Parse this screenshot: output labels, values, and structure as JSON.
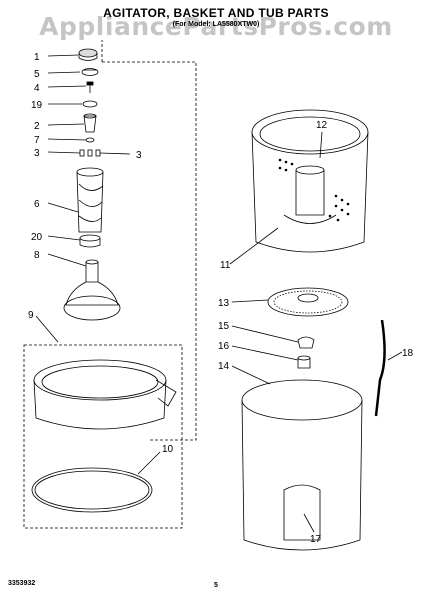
{
  "title": "AGITATOR, BASKET AND TUB PARTS",
  "subtitle": "(For Model: LA5580XTW0)",
  "watermark": "AppliancePartsPros.com",
  "footer": {
    "doc_number": "3353932",
    "page": "5"
  },
  "part_numbers": [
    "1",
    "5",
    "4",
    "19",
    "2",
    "7",
    "3",
    "3",
    "6",
    "20",
    "8",
    "9",
    "10",
    "11",
    "12",
    "13",
    "15",
    "16",
    "14",
    "18",
    "17"
  ],
  "colors": {
    "line": "#000000",
    "watermark": "#9a9a9a",
    "background": "#ffffff"
  }
}
